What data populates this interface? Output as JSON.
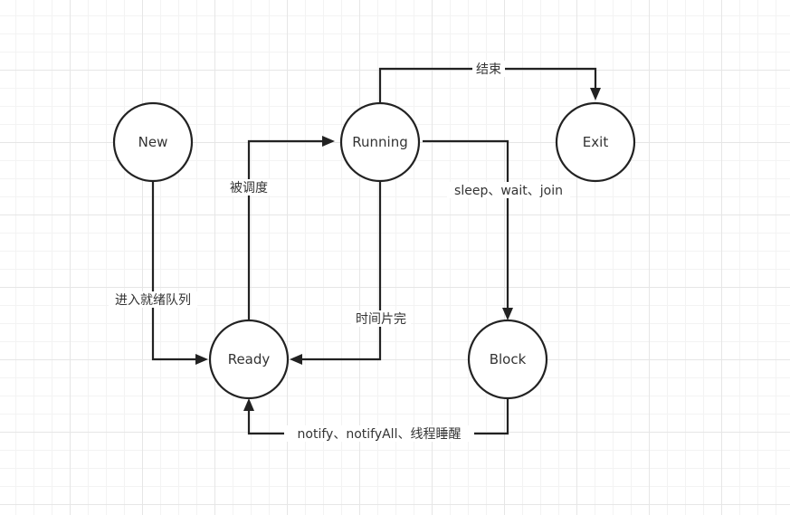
{
  "diagram": {
    "nodes": {
      "new": "New",
      "running": "Running",
      "exit": "Exit",
      "ready": "Ready",
      "block": "Block"
    },
    "edges": {
      "running_to_exit": "结束",
      "ready_to_running": "被调度",
      "running_to_block": "sleep、wait、join",
      "new_to_ready": "进入就绪队列",
      "running_to_ready": "时间片完",
      "block_to_ready": "notify、notifyAll、线程睡醒"
    },
    "colors": {
      "stroke": "#222222",
      "text": "#333333",
      "grid": "#e6e6e6",
      "background": "#ffffff"
    }
  }
}
